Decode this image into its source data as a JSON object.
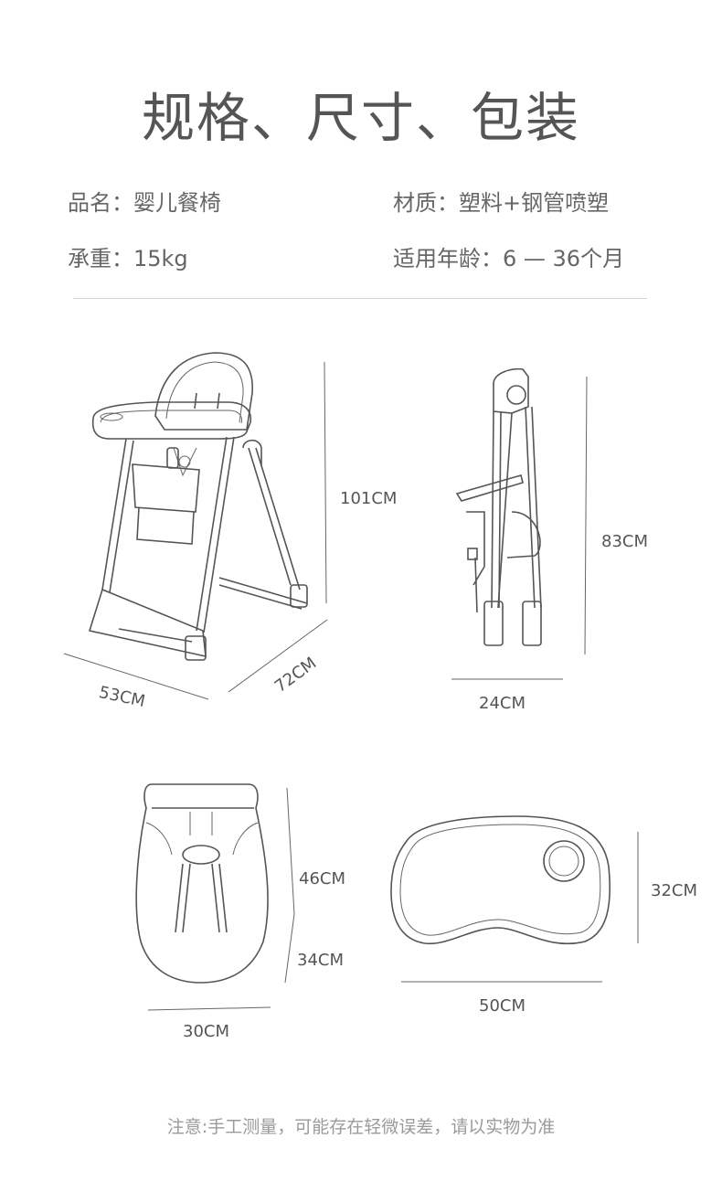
{
  "title": "规格、尺寸、包装",
  "specs": {
    "name": "品名：婴儿餐椅",
    "material": "材质：塑料+钢管喷塑",
    "load": "承重：15kg",
    "age": "适用年龄：6 — 36个月"
  },
  "dimensions": {
    "chair_height": "101CM",
    "chair_width": "53CM",
    "chair_depth": "72CM",
    "folded_height": "83CM",
    "folded_width": "24CM",
    "seat_back": "46CM",
    "seat_base": "34CM",
    "seat_width": "30CM",
    "tray_depth": "32CM",
    "tray_width": "50CM"
  },
  "note": "注意:手工测量，可能存在轻微误差，请以实物为准"
}
